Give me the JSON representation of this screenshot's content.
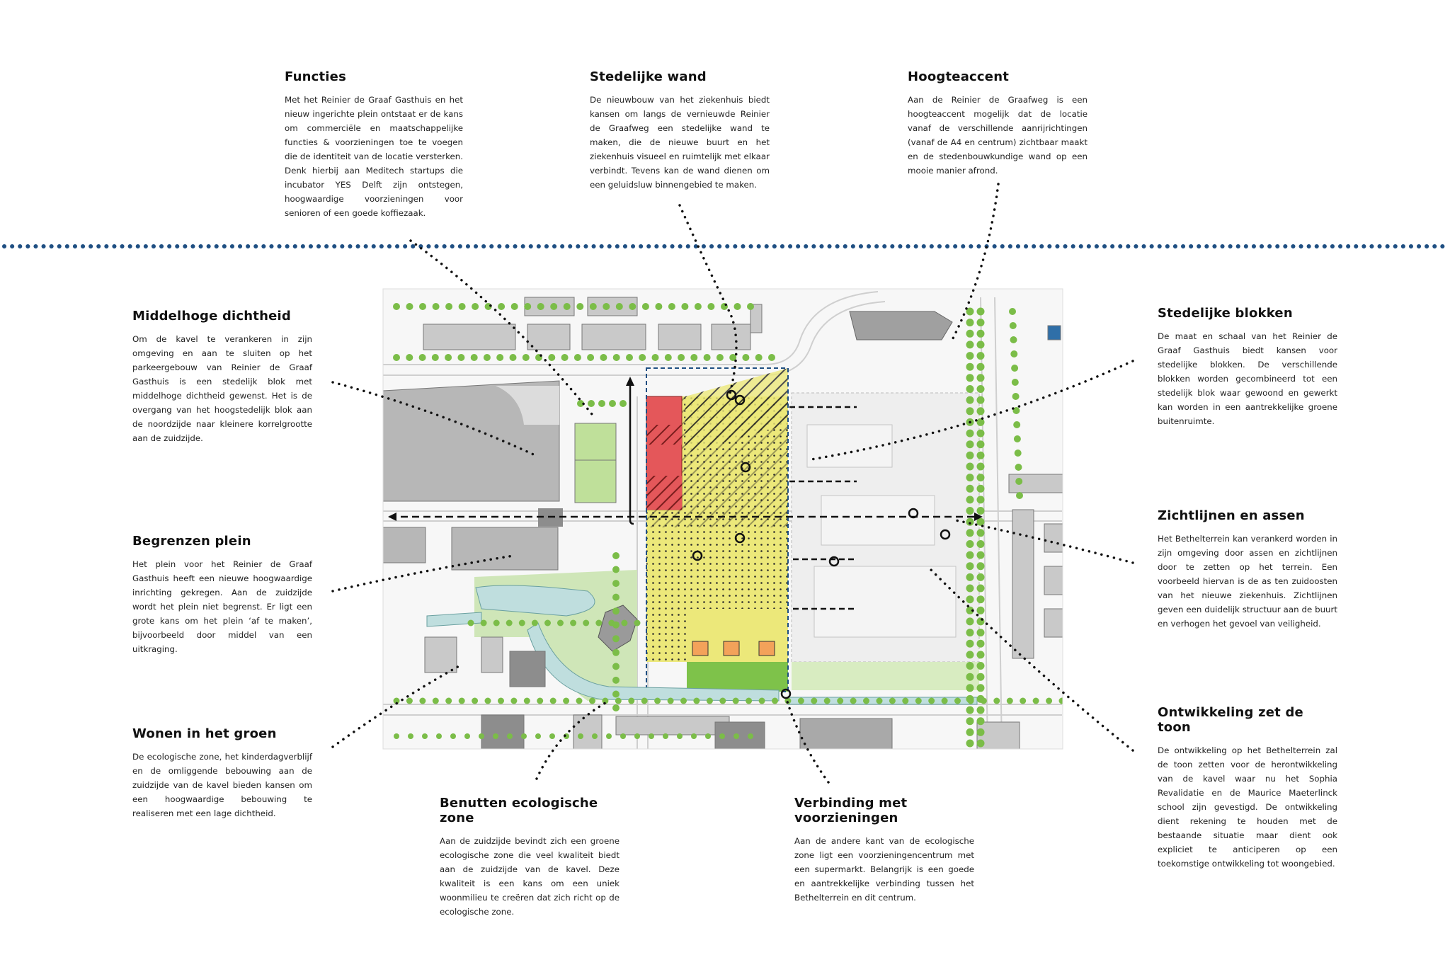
{
  "colors": {
    "divider": "#1f4f82",
    "red_block": "#e4575a",
    "yellow_block": "#ece87a",
    "green_zone": "#a9cf7a",
    "water": "#bfdede",
    "tree": "#7bbd48",
    "building": "#b7b7b7",
    "dark_building": "#8d8d8d",
    "orange_unit": "#f3a25a"
  },
  "blocks": [
    {
      "key": "functies",
      "title": "Functies",
      "text": "Met het Reinier de Graaf Gasthuis en het nieuw ingerichte plein ontstaat er de kans om commerciële en maatschappelijke functies & voorzieningen toe te voegen die de identiteit van de locatie versterken. Denk hierbij aan Meditech startups die incubator YES Delft zijn ontstegen, hoogwaardige voorzieningen voor senioren of een goede koffiezaak."
    },
    {
      "key": "stedelijke-wand",
      "title": "Stedelijke wand",
      "text": "De nieuwbouw van het ziekenhuis biedt kansen om langs de vernieuwde Reinier de Graafweg een stedelijke wand te maken, die de nieuwe buurt en het ziekenhuis visueel en ruimtelijk met elkaar verbindt. Tevens kan de wand dienen om een geluidsluw binnengebied te maken."
    },
    {
      "key": "hoogteaccent",
      "title": "Hoogteaccent",
      "text": "Aan de Reinier de Graafweg is een hoogteaccent mogelijk dat de locatie vanaf de verschillende aanrijrichtingen (vanaf de A4 en centrum) zichtbaar maakt en de stedenbouwkundige wand op een mooie manier afrond."
    },
    {
      "key": "middelhoge-dichtheid",
      "title": "Middelhoge dichtheid",
      "text": "Om de kavel te verankeren in zijn omgeving en aan te sluiten op het parkeergebouw van Reinier de Graaf Gasthuis is een stedelijk blok met middelhoge dichtheid gewenst. Het is de overgang van het hoogstedelijk blok aan de noordzijde naar kleinere korrelgrootte aan de zuidzijde."
    },
    {
      "key": "begrenzen-plein",
      "title": "Begrenzen plein",
      "text": "Het plein voor het Reinier de Graaf Gasthuis heeft een nieuwe hoogwaardige inrichting gekregen. Aan de zuidzijde wordt het plein niet begrenst. Er ligt een grote kans om het plein ‘af te maken’, bijvoorbeeld door middel van een uitkraging."
    },
    {
      "key": "wonen-in-het-groen",
      "title": "Wonen in het groen",
      "text": "De ecologische zone, het kinderdagverblijf en de omliggende bebouwing aan de zuidzijde van de kavel bieden kansen om een hoogwaardige bebouwing te realiseren met een lage dichtheid."
    },
    {
      "key": "benutten-ecologische-zone",
      "title": "Benutten ecologische zone",
      "text": "Aan de zuidzijde bevindt zich een groene ecologische zone die veel kwaliteit biedt aan de zuidzijde van de kavel. Deze kwaliteit is een kans om een uniek woonmilieu te creëren dat zich richt op de ecologische zone."
    },
    {
      "key": "verbinding-met-voorzieningen",
      "title": "Verbinding met voorzieningen",
      "text": "Aan de andere kant van de ecologische zone ligt een voorzieningencentrum met een supermarkt. Belangrijk is een goede en aantrekkelijke verbinding tussen het Bethelterrein en dit centrum."
    },
    {
      "key": "stedelijke-blokken",
      "title": "Stedelijke blokken",
      "text": "De maat en schaal van het Reinier de Graaf Gasthuis biedt kansen voor stedelijke blokken. De verschillende blokken worden gecombineerd tot een stedelijk blok waar gewoond en gewerkt kan worden in een aantrekkelijke groene buitenruimte."
    },
    {
      "key": "zichtlijnen-en-assen",
      "title": "Zichtlijnen en assen",
      "text": "Het Bethelterrein kan verankerd worden in zijn omgeving door assen en zichtlijnen door te zetten op het terrein. Een voorbeeld hiervan is de as ten zuidoosten van het nieuwe ziekenhuis. Zichtlijnen geven een duidelijk structuur aan de buurt en verhogen het gevoel van veiligheid."
    },
    {
      "key": "ontwikkeling-zet-de-toon",
      "title": "Ontwikkeling zet de toon",
      "text": "De ontwikkeling op het Bethelterrein zal de toon zetten voor de herontwikkeling van de kavel waar nu het Sophia Revalidatie en de Maurice Maeterlinck school zijn gevestigd. De ontwikkeling dient rekening te houden met de bestaande situatie maar dient ook expliciet te anticiperen op een toekomstige ontwikkeling tot woongebied."
    }
  ]
}
